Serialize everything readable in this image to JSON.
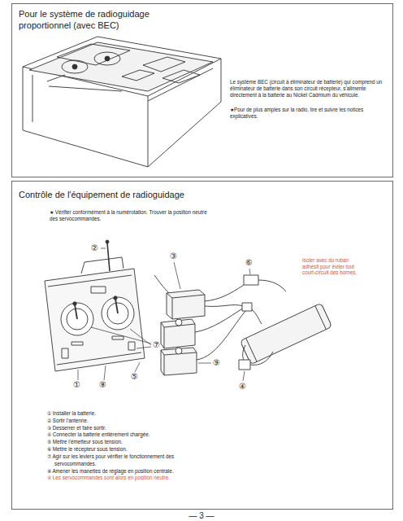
{
  "diagram": {
    "nodes": [
      {
        "text": [
          "Pour le système de radioguidage proportionnel (avec BEC)",
          "Le système BEC (circuit à éliminateur de batterie) qui comprend un éliminateur de batterie dans son circuit récepteur, s'alimente directement à la batterie au Nickel Cadmium du véhicule.",
          "★Pour de plus amples sur la radio, lire et suivre les notices explicatives."
        ]
      },
      {
        "text": [
          "Contrôle de l'équipement de radioguidage",
          "★ Vérifier conformément à la numérotation. Trouver la position neutre des servocommandes."
        ]
      }
    ],
    "labels": [
      "②",
      "③",
      "⑥",
      "⑦",
      "⑨",
      "④",
      "①",
      "⑧",
      "⑤",
      "Isoler avec du ruban adhésif pour éviter tout court-circuit des bornes.",
      "① Installer la batterie.",
      "② Sortir l'antenne.",
      "③ Desserrer et faire sortir.",
      "④ Connecter la batterie entièrement chargée.",
      "⑤ Mettre l'émetteur sous tension.",
      "⑥ Mettre le récepteur sous tension.",
      "⑦ Agir sur les leviers pour vérifier le fonctionnement des servocommandes.",
      "⑧ Amener les manettes de réglage en position centrale.",
      "⑨ Les servocommandes sont alors en position neutre.",
      "— 3 —"
    ]
  }
}
